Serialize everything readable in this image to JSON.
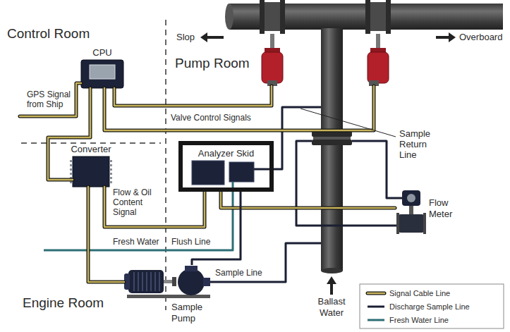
{
  "diagram": {
    "nodes": [
      {
        "text": [
          "CPU"
        ]
      },
      {
        "text": [
          "Converter"
        ]
      },
      {
        "text": [
          "Analyzer Skid"
        ]
      },
      {
        "text": [
          "Flow Meter"
        ]
      },
      {
        "text": [
          "Sample Pump"
        ]
      }
    ],
    "edges": [
      {
        "from": 0,
        "to": 1,
        "arrow": "none"
      },
      {
        "from": 1,
        "to": 2,
        "arrow": "none"
      },
      {
        "from": 1,
        "to": 4,
        "arrow": "none"
      },
      {
        "from": 2,
        "to": 3,
        "arrow": "none"
      },
      {
        "from": 2,
        "to": 4,
        "arrow": "none"
      }
    ],
    "labels": [
      "Control Room",
      "Pump Room",
      "Engine Room",
      "Slop",
      "Overboard",
      "GPS Signal from Ship",
      "Valve Control Signals",
      "Sample Return Line",
      "Flow & Oil Content Signal",
      "Fresh Water",
      "Flush Line",
      "Sample Line",
      "Ballast Water"
    ],
    "legend": [
      {
        "text": "Signal Cable Line"
      },
      {
        "text": "Discharge Sample Line"
      },
      {
        "text": "Fresh Water Line"
      }
    ]
  }
}
